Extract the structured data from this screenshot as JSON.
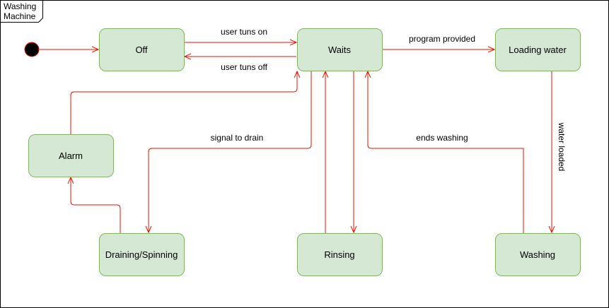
{
  "frame": {
    "title_line1": "Washing",
    "title_line2": "Machine"
  },
  "states": {
    "off": "Off",
    "waits": "Waits",
    "loading_water": "Loading water",
    "alarm": "Alarm",
    "draining_spinning": "Draining/Spinning",
    "rinsing": "Rinsing",
    "washing": "Washing"
  },
  "transitions": {
    "user_turns_on": "user tuns on",
    "user_turns_off": "user tuns off",
    "program_provided": "program provided",
    "signal_to_drain": "signal to drain",
    "ends_washing": "ends washing",
    "water_loaded": "water loaded"
  },
  "colors": {
    "state_fill": "#d5e8d4",
    "state_stroke": "#82b366",
    "edge": "#e51400",
    "initial_node": "#000000"
  }
}
